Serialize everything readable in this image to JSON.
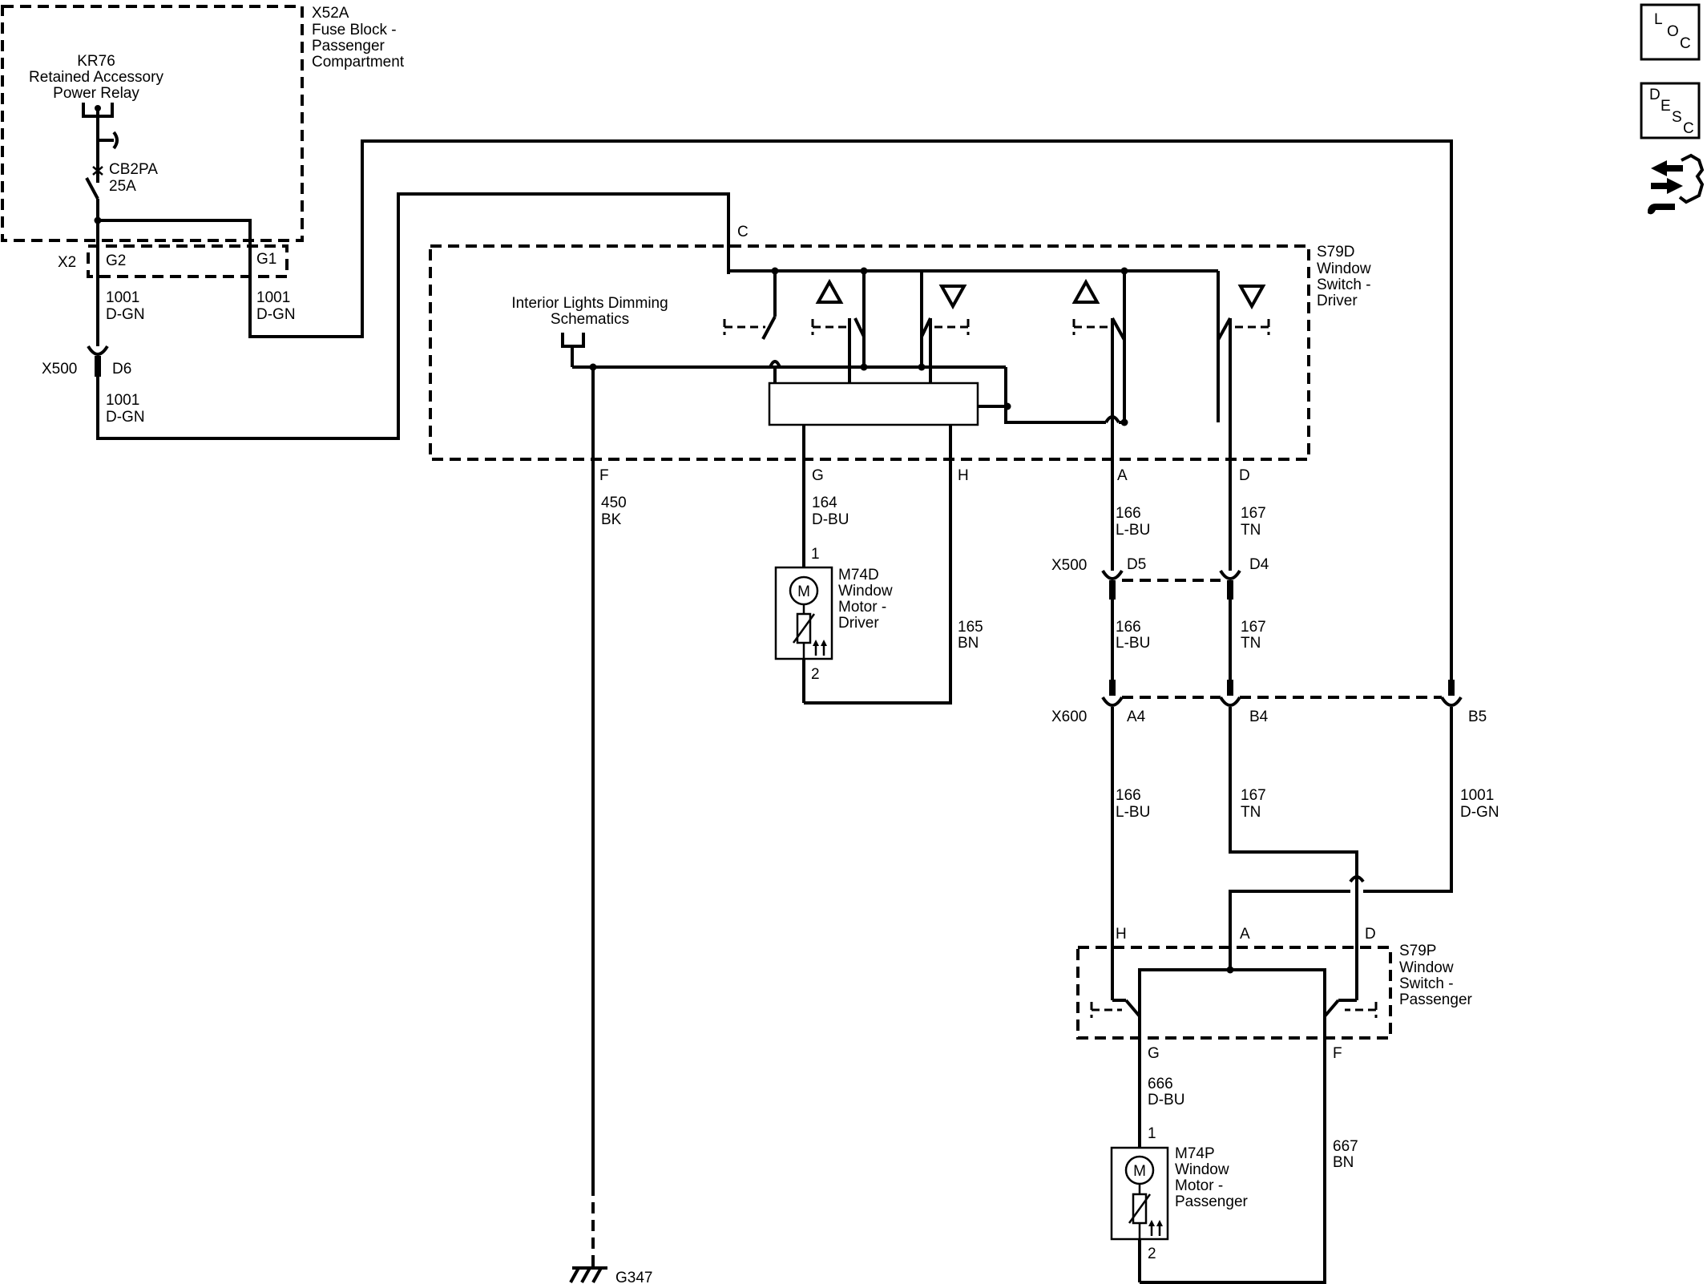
{
  "fuse_block": {
    "ref": "X52A",
    "name_lines": [
      "Fuse Block -",
      "Passenger",
      "Compartment"
    ]
  },
  "relay": {
    "ref": "KR76",
    "name_lines": [
      "Retained Accessory",
      "Power Relay"
    ]
  },
  "breaker": {
    "ref": "CB2PA",
    "rating": "25A"
  },
  "fuse_connectors": {
    "x2": "X2",
    "g2": "G2",
    "g1": "G1"
  },
  "wires_top": {
    "g2_circuit": "1001",
    "g2_color": "D-GN",
    "g1_circuit": "1001",
    "g1_color": "D-GN",
    "d6_circuit": "1001",
    "d6_color": "D-GN"
  },
  "x500_left": {
    "ref": "X500",
    "pin": "D6"
  },
  "driver_switch": {
    "ref": "S79D",
    "name_lines": [
      "Window",
      "Switch -",
      "Driver"
    ],
    "pins": {
      "c": "C",
      "f": "F",
      "g": "G",
      "h": "H",
      "a": "A",
      "d": "D"
    },
    "dimming_lines": [
      "Interior Lights Dimming",
      "Schematics"
    ]
  },
  "wires_mid": {
    "f": {
      "circuit": "450",
      "color": "BK"
    },
    "g": {
      "circuit": "164",
      "color": "D-BU"
    },
    "h": {
      "circuit": "165",
      "color": "BN"
    },
    "a1": {
      "circuit": "166",
      "color": "L-BU"
    },
    "d1": {
      "circuit": "167",
      "color": "TN"
    },
    "a2": {
      "circuit": "166",
      "color": "L-BU"
    },
    "d2": {
      "circuit": "167",
      "color": "TN"
    },
    "a3": {
      "circuit": "166",
      "color": "L-BU"
    },
    "d3": {
      "circuit": "167",
      "color": "TN"
    },
    "b5": {
      "circuit": "1001",
      "color": "D-GN"
    },
    "g_p": {
      "circuit": "666",
      "color": "D-BU"
    },
    "f_p": {
      "circuit": "667",
      "color": "BN"
    }
  },
  "driver_motor": {
    "ref": "M74D",
    "name_lines": [
      "Window",
      "Motor -",
      "Driver"
    ],
    "pin1": "1",
    "pin2": "2",
    "symbol": "M"
  },
  "x500_right": {
    "ref": "X500",
    "pin_a": "D5",
    "pin_b": "D4"
  },
  "x600": {
    "ref": "X600",
    "pin_a": "A4",
    "pin_b": "B4",
    "pin_c": "B5"
  },
  "passenger_switch": {
    "ref": "S79P",
    "name_lines": [
      "Window",
      "Switch -",
      "Passenger"
    ],
    "pins": {
      "h": "H",
      "a": "A",
      "d": "D",
      "g": "G",
      "f": "F"
    }
  },
  "passenger_motor": {
    "ref": "M74P",
    "name_lines": [
      "Window",
      "Motor -",
      "Passenger"
    ],
    "pin1": "1",
    "pin2": "2",
    "symbol": "M"
  },
  "ground": {
    "ref": "G347"
  },
  "side_icons": {
    "loc": {
      "letters": [
        "L",
        "O",
        "C"
      ],
      "icon": "location-icon"
    },
    "desc": {
      "letters": [
        "D",
        "E",
        "S",
        "C"
      ],
      "icon": "description-icon"
    },
    "tool": {
      "icon": "connector-wrench-icon"
    }
  }
}
